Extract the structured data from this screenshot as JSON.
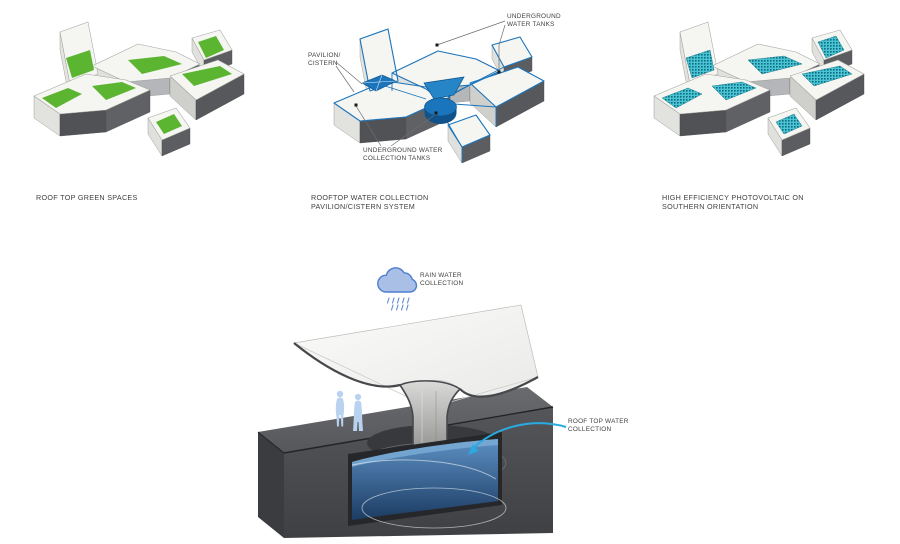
{
  "colors": {
    "green_roof": "#5cb531",
    "water_blue": "#1b75bc",
    "water_blue_dark": "#10538a",
    "pv_teal_light": "#48c4d5",
    "pv_teal_dark": "#0f6b7c",
    "arrow_cyan": "#29abe2",
    "people_blue": "#b9d2ef",
    "cloud_fill": "#aabfe6",
    "cloud_stroke": "#4d7fd0",
    "text": "#414042"
  },
  "panels": {
    "green_roofs": {
      "caption": "ROOF TOP GREEN SPACES"
    },
    "water_collection": {
      "caption_line1": "ROOFTOP WATER COLLECTION",
      "caption_line2": "PAVILION/CISTERN SYSTEM",
      "label_tanks_line1": "UNDERGROUND",
      "label_tanks_line2": "WATER TANKS",
      "label_pavilion_line1": "PAVILION/",
      "label_pavilion_line2": "CISTERN",
      "label_collection_line1": "UNDERGROUND WATER",
      "label_collection_line2": "COLLECTION TANKS"
    },
    "photovoltaic": {
      "caption_line1": "HIGH EFFICIENCY PHOTOVOLTAIC ON",
      "caption_line2": "SOUTHERN ORIENTATION"
    }
  },
  "section": {
    "label_rain_line1": "RAIN WATER",
    "label_rain_line2": "COLLECTION",
    "label_rooftop_line1": "ROOF TOP WATER",
    "label_rooftop_line2": "COLLECTION"
  }
}
